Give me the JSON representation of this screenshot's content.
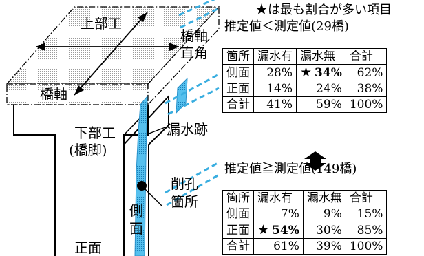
{
  "diagram": {
    "superstructure": "上部工",
    "bridge_axis": "橋軸",
    "perpendicular_line1": "橋軸",
    "perpendicular_line2": "直角",
    "substructure_line1": "下部工",
    "substructure_line2": "(橋脚)",
    "leak_trace": "漏水跡",
    "drill_line1": "削孔",
    "drill_line2": "箇所",
    "side_line1": "側",
    "side_line2": "面",
    "front": "正面"
  },
  "colors": {
    "water": "#3aaee0",
    "leak_fill": "#56c0ee"
  },
  "note": "★は最も割合が多い項目",
  "tables": [
    {
      "title": "推定値＜測定値(29橋)",
      "headers": [
        "箇所",
        "漏水有",
        "漏水無",
        "合計"
      ],
      "rows": [
        [
          "側面",
          "28%",
          "34%",
          "62%"
        ],
        [
          "正面",
          "14%",
          "24%",
          "38%"
        ],
        [
          "合計",
          "41%",
          "59%",
          "100%"
        ]
      ],
      "highlight": "★ 34%"
    },
    {
      "title": "推定値≧測定値(149橋)",
      "headers": [
        "箇所",
        "漏水有",
        "漏水無",
        "合計"
      ],
      "rows": [
        [
          "側面",
          "7%",
          "9%",
          "15%"
        ],
        [
          "正面",
          "54%",
          "30%",
          "85%"
        ],
        [
          "合計",
          "61%",
          "39%",
          "100%"
        ]
      ],
      "highlight": "★ 54%"
    }
  ],
  "icons": {
    "arrow_between_tables": "double-arrow-up-down-icon",
    "star": "star-icon"
  }
}
